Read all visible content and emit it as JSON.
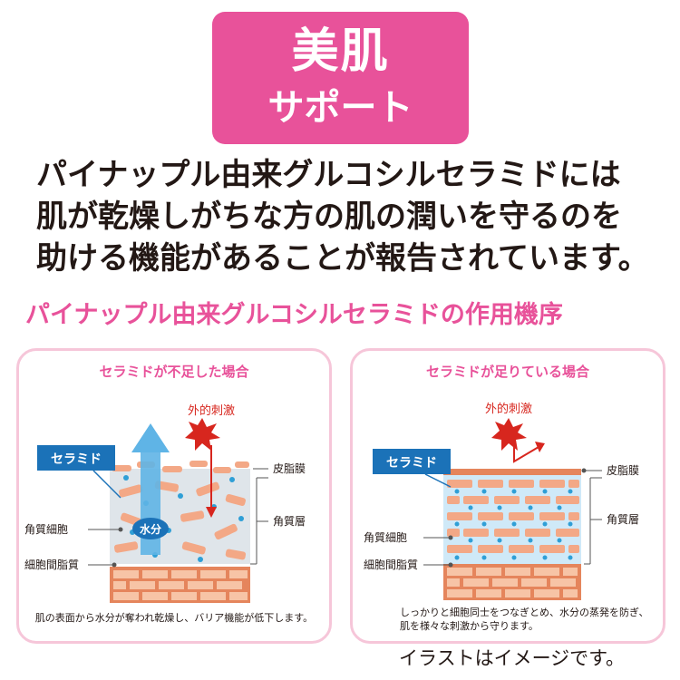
{
  "badge": {
    "title": "美肌",
    "subtitle": "サポート",
    "color": "#e8529a"
  },
  "intro_lines": [
    "パイナップル由来グルコシルセラミドには",
    "肌が乾燥しがちな方の肌の潤いを守るのを",
    "助ける機能があることが報告されています。"
  ],
  "mechanism_title": "パイナップル由来グルコシルセラミドの作用機序",
  "panels": {
    "left": {
      "title": "セラミドが不足した場合",
      "ceramide_label": "セラミド",
      "stimulus_label": "外的刺激",
      "water_label": "水分",
      "labels": {
        "sebum": "皮脂膜",
        "stratum": "角質層",
        "cells": "角質細胞",
        "lipid": "細胞間脂質"
      },
      "description": "肌の表面から水分が奪われ乾燥し、バリア機能が低下します。"
    },
    "right": {
      "title": "セラミドが足りている場合",
      "ceramide_label": "セラミド",
      "stimulus_label": "外的刺激",
      "labels": {
        "sebum": "皮脂膜",
        "stratum": "角質層",
        "cells": "角質細胞",
        "lipid": "細胞間脂質"
      },
      "description_lines": [
        "しっかりと細胞同士をつなぎとめ、水分の蒸発を防ぎ、",
        "肌を様々な刺激から守ります。"
      ]
    }
  },
  "caption": "イラストはイメージです。",
  "colors": {
    "pink": "#e8529a",
    "panel_border": "#f6c6d9",
    "ceramide_blue": "#1b72b8",
    "cell_salmon": "#f3a886",
    "brick_orange": "#e5855c",
    "water_blue": "#2f8fd1",
    "stimulus_red": "#d7261e"
  }
}
